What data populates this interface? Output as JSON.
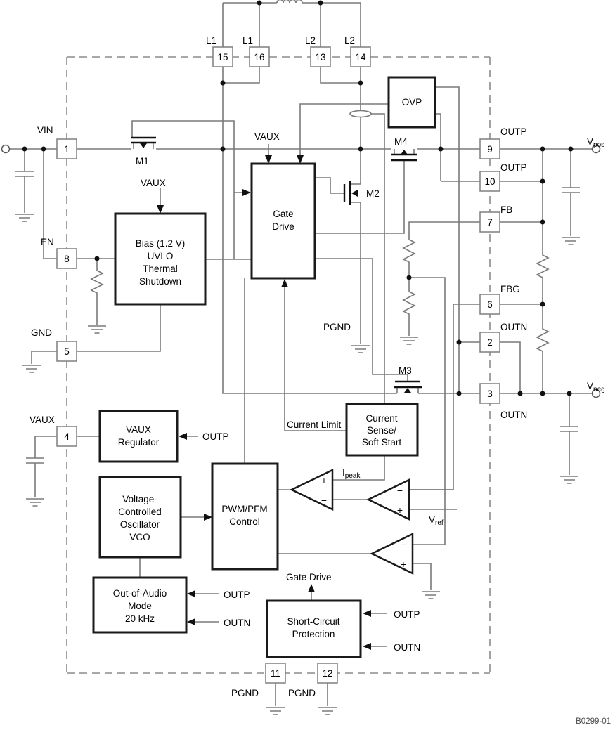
{
  "footer": "B0299-01",
  "pins": {
    "p1": "1",
    "p2": "2",
    "p3": "3",
    "p4": "4",
    "p5": "5",
    "p6": "6",
    "p7": "7",
    "p8": "8",
    "p9": "9",
    "p10": "10",
    "p11": "11",
    "p12": "12",
    "p13": "13",
    "p14": "14",
    "p15": "15",
    "p16": "16"
  },
  "pin_labels": {
    "vin": "VIN",
    "en": "EN",
    "gnd": "GND",
    "vaux": "VAUX",
    "l1a": "L1",
    "l1b": "L1",
    "l2a": "L2",
    "l2b": "L2",
    "outp9": "OUTP",
    "outp10": "OUTP",
    "fb": "FB",
    "fbg": "FBG",
    "outn2": "OUTN",
    "outn3": "OUTN",
    "pgnd11": "PGND",
    "pgnd12": "PGND"
  },
  "terminals": {
    "vpos_main": "V",
    "vpos_sub": "pos",
    "vneg_main": "V",
    "vneg_sub": "neg"
  },
  "transistors": {
    "m1": "M1",
    "m2": "M2",
    "m3": "M3",
    "m4": "M4"
  },
  "blocks": {
    "ovp": {
      "lines": [
        "OVP"
      ]
    },
    "gate_drive": {
      "lines": [
        "Gate",
        "Drive"
      ]
    },
    "bias": {
      "lines": [
        "Bias (1.2 V)",
        "UVLO",
        "Thermal",
        "Shutdown"
      ]
    },
    "current_sense": {
      "lines": [
        "Current",
        "Sense/",
        "Soft Start"
      ]
    },
    "vaux_regulator": {
      "lines": [
        "VAUX",
        "Regulator"
      ]
    },
    "vco": {
      "lines": [
        "Voltage-",
        "Controlled",
        "Oscillator",
        "VCO"
      ]
    },
    "pwm": {
      "lines": [
        "PWM/PFM",
        "Control"
      ]
    },
    "out_of_audio": {
      "lines": [
        "Out-of-Audio",
        "Mode",
        "20 kHz"
      ]
    },
    "short_circuit": {
      "lines": [
        "Short-Circuit",
        "Protection"
      ]
    }
  },
  "signals": {
    "vaux_bias": "VAUX",
    "vaux_gd": "VAUX",
    "pgnd_mid": "PGND",
    "current_limit": "Current Limit",
    "ipeak_main": "I",
    "ipeak_sub": "peak",
    "vref_main": "V",
    "vref_sub": "ref",
    "gate_drive_sig": "Gate Drive",
    "outp_reg": "OUTP",
    "outp_ooa": "OUTP",
    "outn_ooa": "OUTN",
    "outp_scp": "OUTP",
    "outn_scp": "OUTN"
  },
  "comparators": {
    "a_plus": "+",
    "a_minus": "−",
    "b_minus": "−",
    "b_plus": "+",
    "c_minus": "−",
    "c_plus": "+"
  },
  "colors": {
    "wire": "#7a7a7a",
    "block_border": "#1a1a1a",
    "dashed_boundary": "#8c8c8c",
    "text": "#000000",
    "footer_text": "#4d4d4d"
  }
}
